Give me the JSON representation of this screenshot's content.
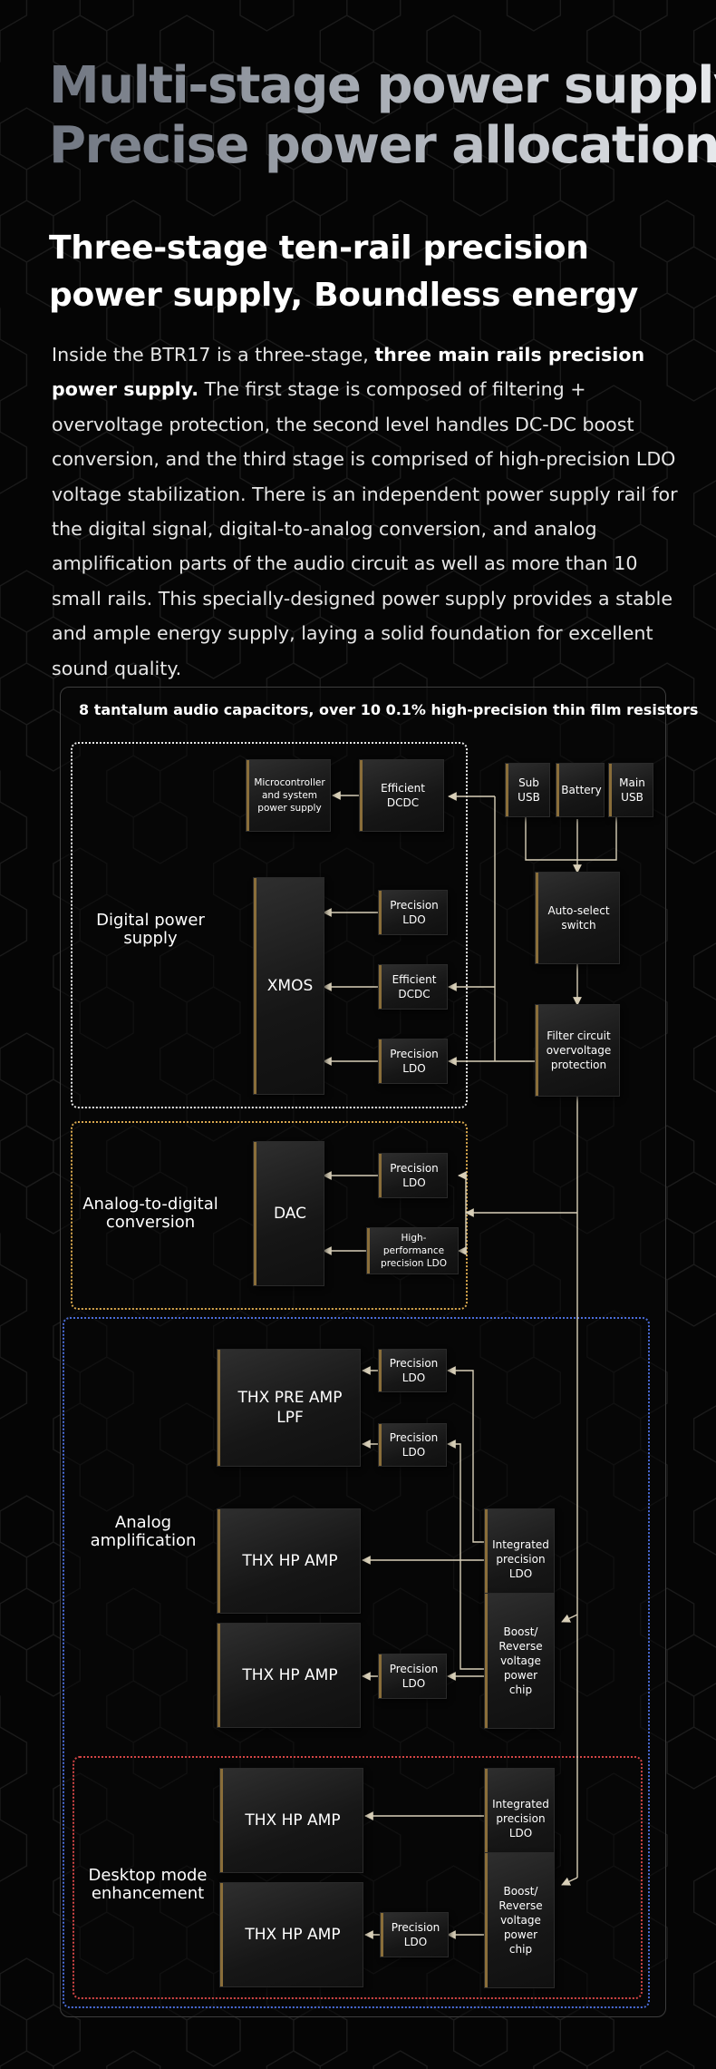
{
  "headline": {
    "line1": "Multi-stage power supply",
    "line2": "Precise power allocation"
  },
  "subhead": {
    "line1": "Three-stage ten-rail precision",
    "line2": "power supply, Boundless energy"
  },
  "body": {
    "intro": "Inside the BTR17 is a three-stage, ",
    "emphasis": "three main rails precision power supply.",
    "rest": " The first stage is composed of filtering + overvoltage protection, the second level handles DC-DC boost conversion, and the third stage is comprised of high-precision LDO voltage stabilization. There is an independent power supply rail for the digital signal, digital-to-analog conversion, and analog amplification parts of the audio circuit as well as more than 10 small rails. This specially-designed power supply provides a stable and ample energy supply, laying a solid foundation for excellent sound quality."
  },
  "diagram": {
    "panel_title": "8 tantalum audio capacitors, over 10 0.1% high-precision thin film resistors",
    "zones": {
      "digital": "Digital power\nsupply",
      "adc": "Analog-to-digital\nconversion",
      "analog": "Analog\namplification",
      "desktop": "Desktop mode\nenhancement"
    },
    "zone_colors": {
      "digital": "#e8e8e8",
      "adc": "#d9a84e",
      "analog": "#4a6cd8",
      "desktop": "#d24545"
    },
    "blocks": {
      "mcu": "Microcontroller\nand system\npower supply",
      "dcdc_top": "Efficient\nDCDC",
      "sub_usb": "Sub\nUSB",
      "battery": "Battery",
      "main_usb": "Main\nUSB",
      "ldo_d1": "Precision\nLDO",
      "xmos": "XMOS",
      "dcdc_d": "Efficient\nDCDC",
      "ldo_d2": "Precision\nLDO",
      "auto_select": "Auto-select\nswitch",
      "filter": "Filter circuit\novervoltage\nprotection",
      "ldo_dac": "Precision\nLDO",
      "dac": "DAC",
      "hp_ldo": "High-performance\nprecision LDO",
      "ldo_pre1": "Precision\nLDO",
      "thx_pre": "THX PRE AMP\nLPF",
      "ldo_pre2": "Precision\nLDO",
      "int_ldo_1": "Integrated\nprecision\nLDO",
      "thx_hp_1": "THX HP AMP",
      "boost_1": "Boost/\nReverse\nvoltage\npower\nchip",
      "thx_hp_2": "THX HP AMP",
      "ldo_hp2": "Precision\nLDO",
      "int_ldo_2": "Integrated\nprecision\nLDO",
      "thx_hp_3": "THX HP AMP",
      "boost_2": "Boost/\nReverse\nvoltage\npower\nchip",
      "thx_hp_4": "THX HP AMP",
      "ldo_hp4": "Precision\nLDO"
    },
    "wire_color": "#d8cfb8"
  }
}
